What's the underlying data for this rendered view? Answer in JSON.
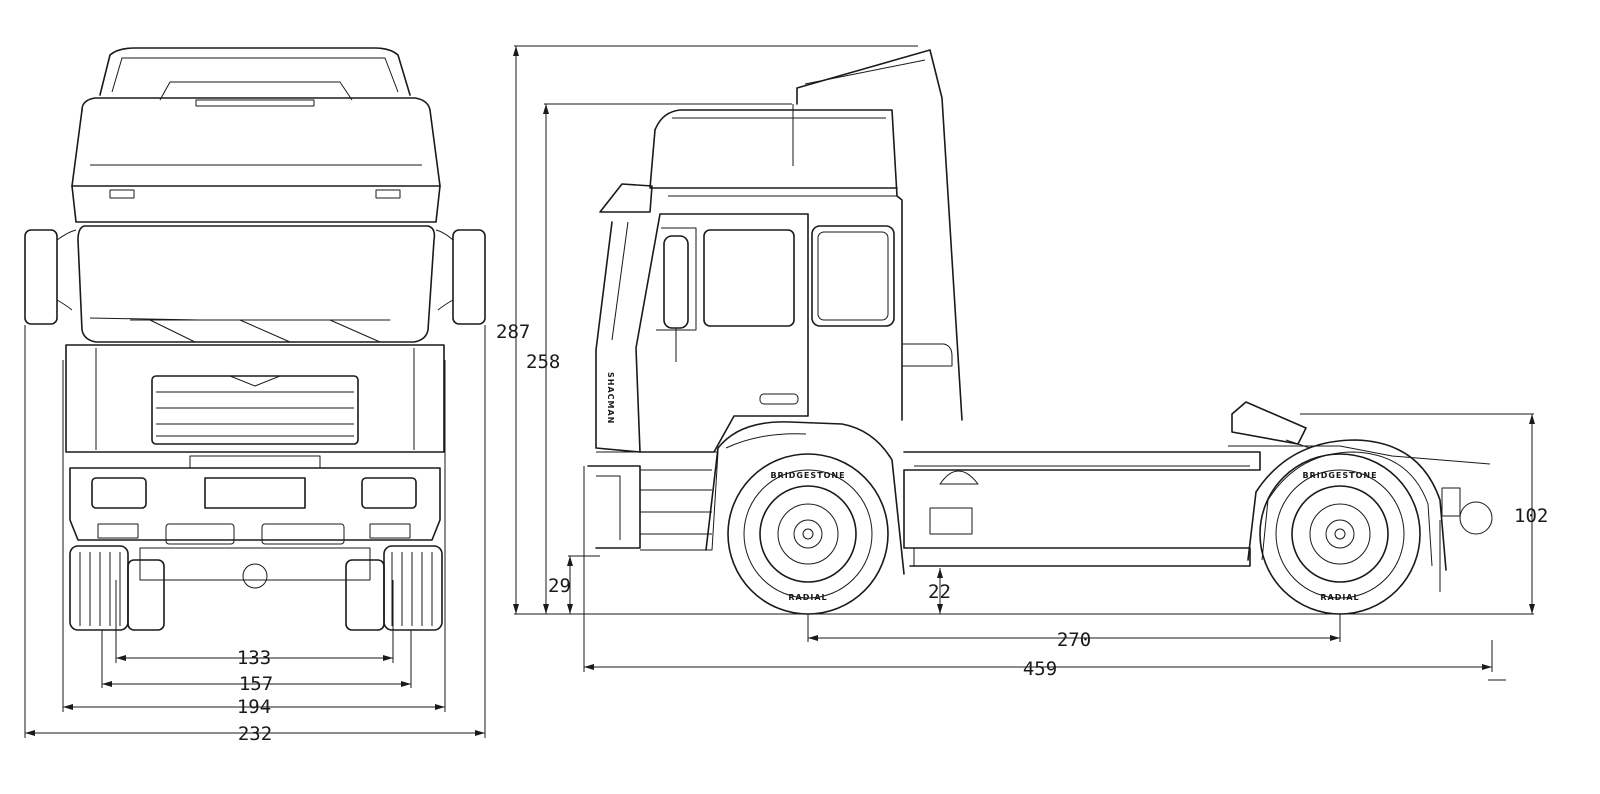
{
  "drawing": {
    "front_view": {
      "dimensions": {
        "track_inner": "133",
        "track_outer": "157",
        "body_width": "194",
        "overall_width": "232"
      }
    },
    "side_view": {
      "dimensions": {
        "overall_height": "287",
        "cab_height": "258",
        "bumper_clearance": "29",
        "ground_clearance": "22",
        "wheelbase": "270",
        "overall_length": "459",
        "fifth_wheel_height": "102"
      },
      "tire_brand": "BRIDGESTONE",
      "tire_subtext": "RADIAL",
      "cab_badge": "SHACMAN"
    }
  }
}
